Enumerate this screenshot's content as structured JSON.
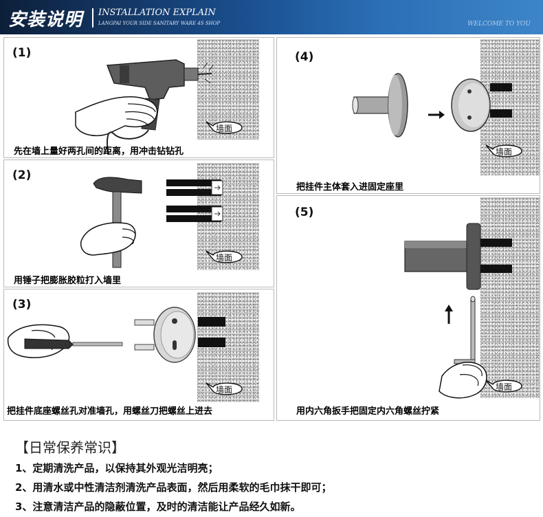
{
  "header": {
    "title": "安装说明",
    "subtitle_en": "INSTALLATION EXPLAIN",
    "shop": "LANGPAI YOUR SIDE SANITARY WARE 4S SHOP",
    "welcome": "WELCOME TO YOU"
  },
  "wall_label": "墙面",
  "steps": [
    {
      "number": "(1)",
      "caption": "先在墙上量好两孔间的距离，用冲击钻钻孔"
    },
    {
      "number": "(2)",
      "caption": "用锤子把膨胀胶粒打入墙里"
    },
    {
      "number": "(3)",
      "caption": "把挂件底座螺丝孔对准墙孔，用螺丝刀把螺丝上进去"
    },
    {
      "number": "(4)",
      "caption": "把挂件主体套入进固定座里"
    },
    {
      "number": "(5)",
      "caption": "用内六角扳手把固定内六角螺丝拧紧"
    }
  ],
  "care": {
    "title": "【日常保养常识】",
    "items": [
      "1、定期清洗产品，以保持其外观光洁明亮；",
      "2、用清水或中性清洁剂清洗产品表面，然后用柔软的毛巾抹干即可；",
      "3、注意清洁产品的隐蔽位置，及时的清洁能让产品经久如新。"
    ]
  }
}
